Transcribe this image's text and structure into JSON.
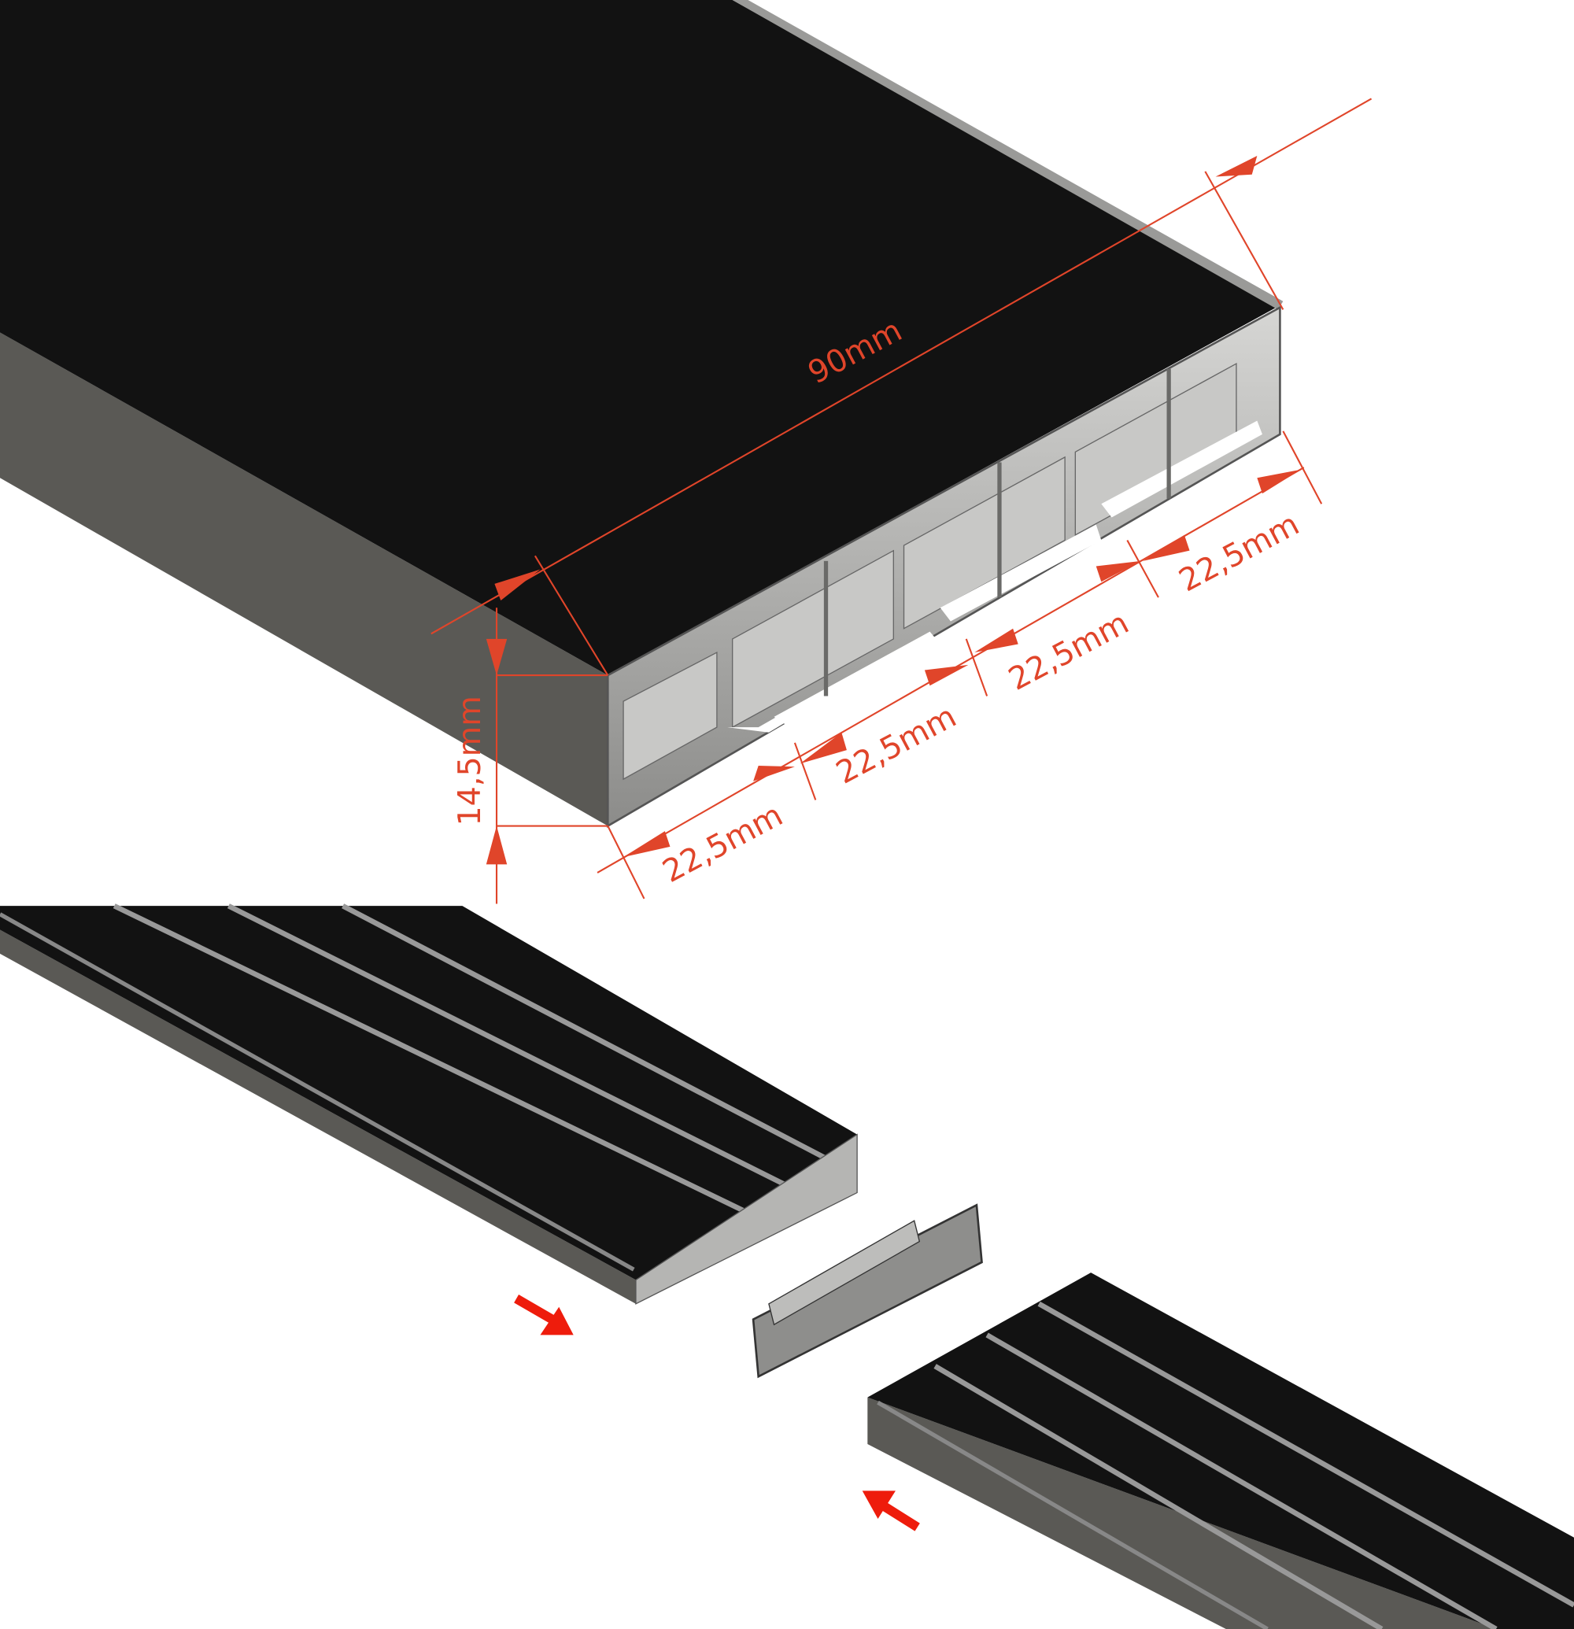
{
  "colors": {
    "dimension": "#e0452a",
    "arrow": "#ee1c0c",
    "rail_top": "#121212",
    "rail_side": "#5a5955",
    "profile": "#a8a8a6"
  },
  "dimensions": {
    "width_total": "90mm",
    "height": "14,5mm",
    "track_spacing": [
      "22,5mm",
      "22,5mm",
      "22,5mm",
      "22,5mm"
    ]
  }
}
